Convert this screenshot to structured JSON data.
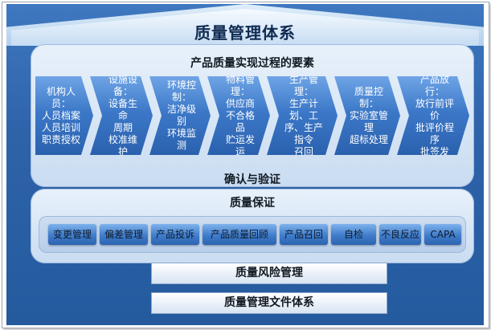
{
  "title": "质量管理体系",
  "realization": {
    "heading": "产品质量实现过程的要素",
    "stages": [
      "机构人员：\n人员档案\n人员培训\n职责授权",
      "设施设备：\n设备生命\n周期\n校准维护",
      "环境控制：\n洁净级别\n环境监测",
      "物料管理：\n供应商\n不合格品\n贮运发运",
      "生产管理：\n生产计划、工\n序、生产指令\n召回",
      "质量控制：\n实验室管理\n超标处理",
      "产品放行：\n放行前评价\n批评价程序\n批签发"
    ],
    "footer": "确认与验证"
  },
  "assurance": {
    "heading": "质量保证",
    "items": [
      "变更管理",
      "偏差管理",
      "产品投诉",
      "产品质量回顾",
      "产品召回",
      "自检",
      "不良反应",
      "CAPA"
    ]
  },
  "foundation": {
    "risk": "质量风险管理",
    "docs": "质量管理文件体系"
  },
  "colors": {
    "house_blue": "#2e63aa",
    "stage_blue": "#3c78c8",
    "panel_light": "#e8f1fb"
  }
}
